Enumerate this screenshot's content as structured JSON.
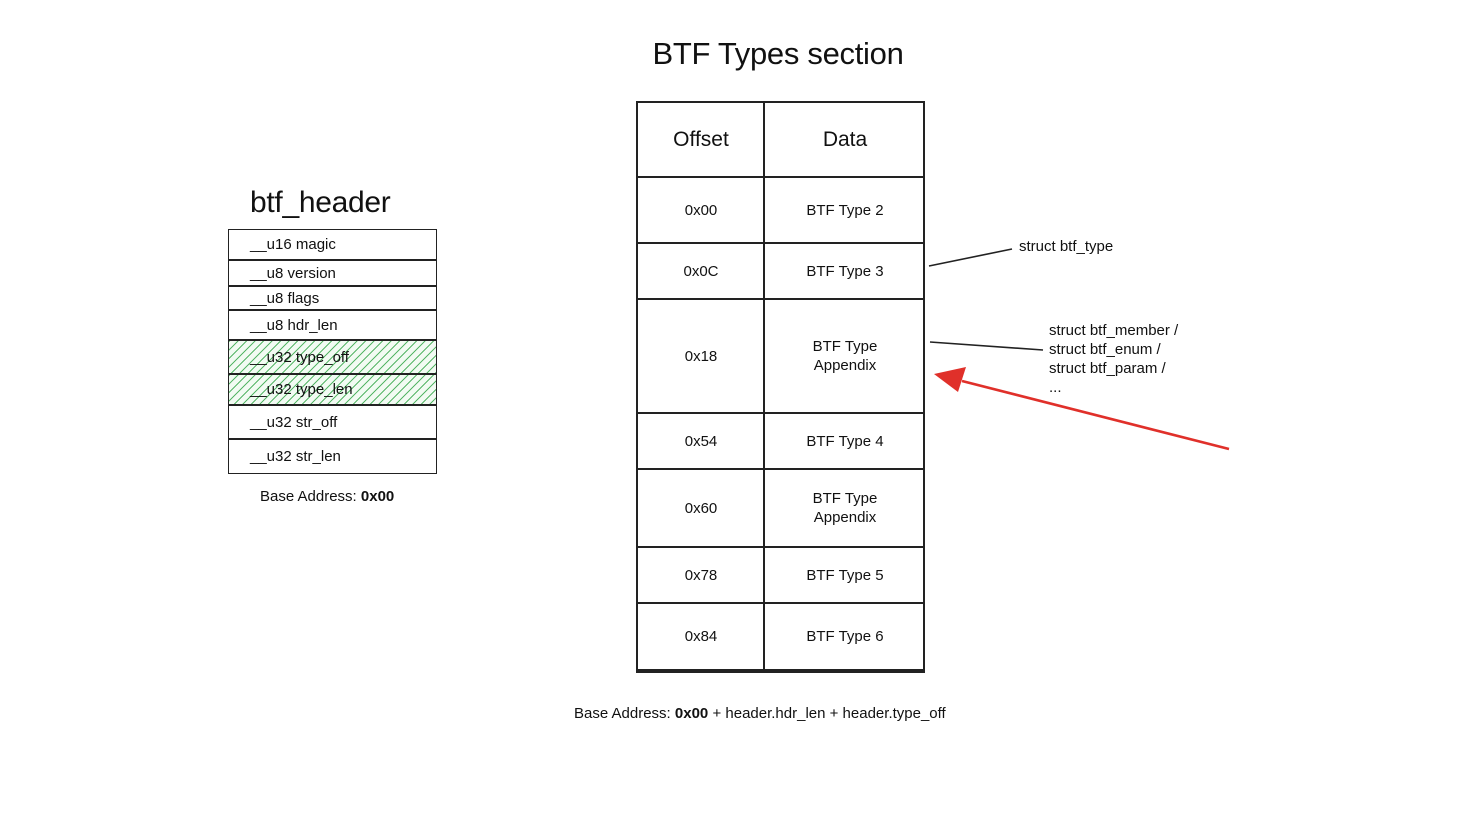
{
  "title": "BTF Types section",
  "btf_header": {
    "title": "btf_header",
    "fields": [
      {
        "label": "__u16 magic",
        "highlighted": false
      },
      {
        "label": "__u8 version",
        "highlighted": false
      },
      {
        "label": "__u8 flags",
        "highlighted": false
      },
      {
        "label": "__u8 hdr_len",
        "highlighted": false
      },
      {
        "label": "__u32 type_off",
        "highlighted": true
      },
      {
        "label": "__u32 type_len",
        "highlighted": true
      },
      {
        "label": "__u32 str_off",
        "highlighted": false
      },
      {
        "label": "__u32 str_len",
        "highlighted": false
      }
    ],
    "base_address_label": "Base Address:",
    "base_address_value": "0x00"
  },
  "types_table": {
    "headers": {
      "offset": "Offset",
      "data": "Data"
    },
    "rows": [
      {
        "offset": "0x00",
        "data": "BTF Type 2"
      },
      {
        "offset": "0x0C",
        "data": "BTF Type 3"
      },
      {
        "offset": "0x18",
        "data": "BTF Type Appendix"
      },
      {
        "offset": "0x54",
        "data": "BTF Type 4"
      },
      {
        "offset": "0x60",
        "data": "BTF Type Appendix"
      },
      {
        "offset": "0x78",
        "data": "BTF Type 5"
      },
      {
        "offset": "0x84",
        "data": "BTF Type 6"
      }
    ],
    "base_address_label": "Base Address:",
    "base_address_value": "0x00",
    "base_address_suffix": "+ header.hdr_len + header.type_off"
  },
  "annotations": {
    "btf_type": "struct btf_type",
    "appendix_lines": [
      "struct btf_member /",
      "struct btf_enum /",
      "struct btf_param /",
      "..."
    ]
  },
  "colors": {
    "highlight": "#3caa50",
    "arrow": "#e0302a"
  }
}
